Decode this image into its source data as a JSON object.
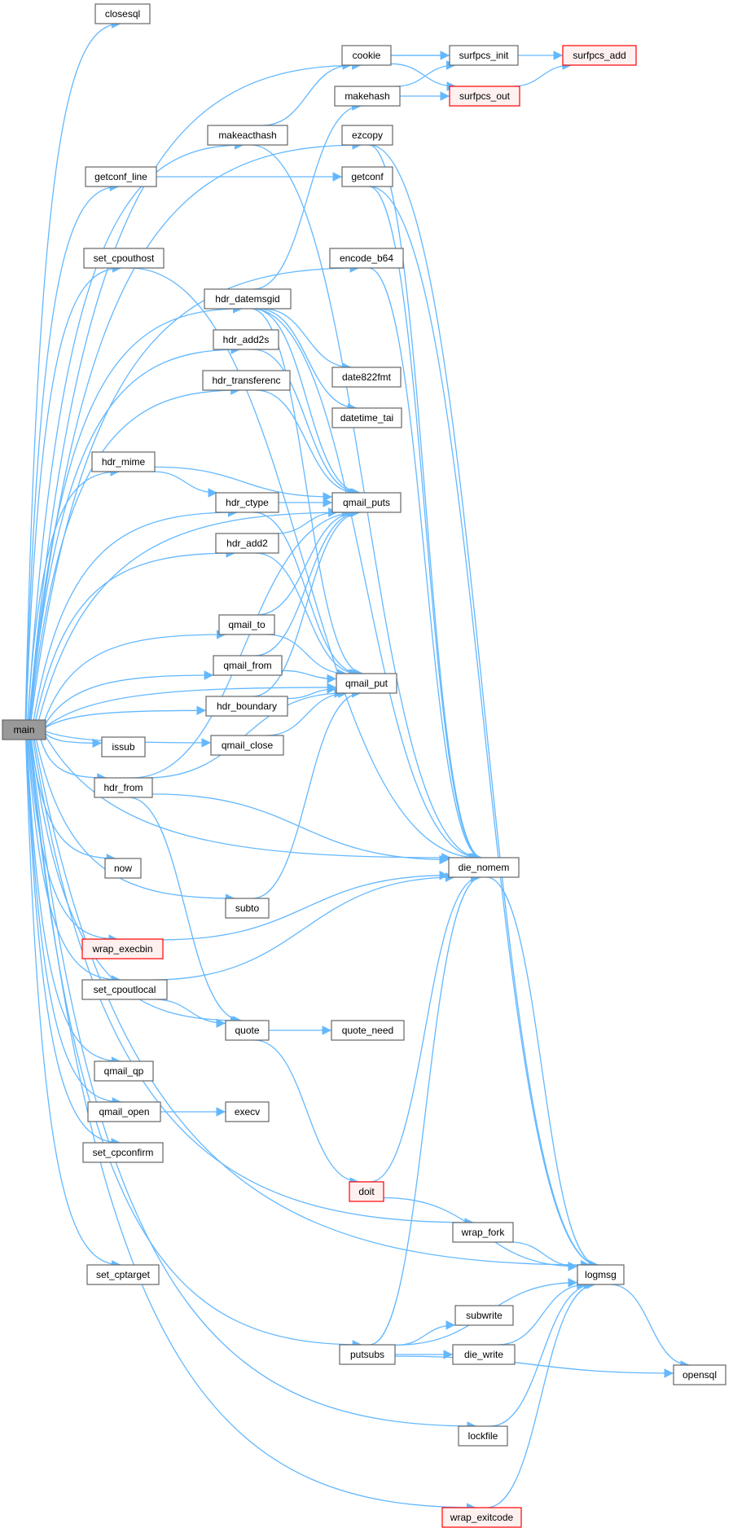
{
  "graph": {
    "colors": {
      "edge": "#63b8ff",
      "node_border": "#666666",
      "node_fill": "#ffffff",
      "root_fill": "#999999",
      "root_border": "#666666",
      "highlight_border": "#ff0000",
      "highlight_fill": "#fff0f0"
    },
    "nodes": [
      {
        "id": "main",
        "label": "main",
        "style": "root"
      },
      {
        "id": "closesql",
        "label": "closesql",
        "style": "normal"
      },
      {
        "id": "cookie",
        "label": "cookie",
        "style": "normal"
      },
      {
        "id": "surfpcs_add",
        "label": "surfpcs_add",
        "style": "highlight"
      },
      {
        "id": "surfpcs_init",
        "label": "surfpcs_init",
        "style": "normal"
      },
      {
        "id": "makehash",
        "label": "makehash",
        "style": "normal"
      },
      {
        "id": "surfpcs_out",
        "label": "surfpcs_out",
        "style": "highlight"
      },
      {
        "id": "makeacthash",
        "label": "makeacthash",
        "style": "normal"
      },
      {
        "id": "ezcopy",
        "label": "ezcopy",
        "style": "normal"
      },
      {
        "id": "getconf_line",
        "label": "getconf_line",
        "style": "normal"
      },
      {
        "id": "getconf",
        "label": "getconf",
        "style": "normal"
      },
      {
        "id": "set_cpouthost",
        "label": "set_cpouthost",
        "style": "normal"
      },
      {
        "id": "encode_b64",
        "label": "encode_b64",
        "style": "normal"
      },
      {
        "id": "hdr_datemsgid",
        "label": "hdr_datemsgid",
        "style": "normal"
      },
      {
        "id": "hdr_add2s",
        "label": "hdr_add2s",
        "style": "normal"
      },
      {
        "id": "date822fmt",
        "label": "date822fmt",
        "style": "normal"
      },
      {
        "id": "hdr_transferenc",
        "label": "hdr_transferenc",
        "style": "normal"
      },
      {
        "id": "datetime_tai",
        "label": "datetime_tai",
        "style": "normal"
      },
      {
        "id": "hdr_mime",
        "label": "hdr_mime",
        "style": "normal"
      },
      {
        "id": "hdr_ctype",
        "label": "hdr_ctype",
        "style": "normal"
      },
      {
        "id": "qmail_puts",
        "label": "qmail_puts",
        "style": "normal"
      },
      {
        "id": "hdr_add2",
        "label": "hdr_add2",
        "style": "normal"
      },
      {
        "id": "qmail_to",
        "label": "qmail_to",
        "style": "normal"
      },
      {
        "id": "qmail_from",
        "label": "qmail_from",
        "style": "normal"
      },
      {
        "id": "qmail_put",
        "label": "qmail_put",
        "style": "normal"
      },
      {
        "id": "hdr_boundary",
        "label": "hdr_boundary",
        "style": "normal"
      },
      {
        "id": "qmail_close",
        "label": "qmail_close",
        "style": "normal"
      },
      {
        "id": "issub",
        "label": "issub",
        "style": "normal"
      },
      {
        "id": "hdr_from",
        "label": "hdr_from",
        "style": "normal"
      },
      {
        "id": "die_nomem",
        "label": "die_nomem",
        "style": "normal"
      },
      {
        "id": "now",
        "label": "now",
        "style": "normal"
      },
      {
        "id": "subto",
        "label": "subto",
        "style": "normal"
      },
      {
        "id": "wrap_execbin",
        "label": "wrap_execbin",
        "style": "highlight"
      },
      {
        "id": "set_cpoutlocal",
        "label": "set_cpoutlocal",
        "style": "normal"
      },
      {
        "id": "quote",
        "label": "quote",
        "style": "normal"
      },
      {
        "id": "quote_need",
        "label": "quote_need",
        "style": "normal"
      },
      {
        "id": "qmail_qp",
        "label": "qmail_qp",
        "style": "normal"
      },
      {
        "id": "qmail_open",
        "label": "qmail_open",
        "style": "normal"
      },
      {
        "id": "execv",
        "label": "execv",
        "style": "normal"
      },
      {
        "id": "set_cpconfirm",
        "label": "set_cpconfirm",
        "style": "normal"
      },
      {
        "id": "doit",
        "label": "doit",
        "style": "highlight"
      },
      {
        "id": "wrap_fork",
        "label": "wrap_fork",
        "style": "normal"
      },
      {
        "id": "set_cptarget",
        "label": "set_cptarget",
        "style": "normal"
      },
      {
        "id": "logmsg",
        "label": "logmsg",
        "style": "normal"
      },
      {
        "id": "subwrite",
        "label": "subwrite",
        "style": "normal"
      },
      {
        "id": "putsubs",
        "label": "putsubs",
        "style": "normal"
      },
      {
        "id": "die_write",
        "label": "die_write",
        "style": "normal"
      },
      {
        "id": "opensql",
        "label": "opensql",
        "style": "normal"
      },
      {
        "id": "lockfile",
        "label": "lockfile",
        "style": "normal"
      },
      {
        "id": "wrap_exitcode",
        "label": "wrap_exitcode",
        "style": "highlight"
      }
    ],
    "edges": [
      [
        "main",
        "closesql"
      ],
      [
        "main",
        "cookie"
      ],
      [
        "main",
        "makeacthash"
      ],
      [
        "main",
        "ezcopy"
      ],
      [
        "main",
        "getconf_line"
      ],
      [
        "main",
        "encode_b64"
      ],
      [
        "main",
        "set_cpouthost"
      ],
      [
        "main",
        "hdr_datemsgid"
      ],
      [
        "main",
        "hdr_add2s"
      ],
      [
        "main",
        "hdr_transferenc"
      ],
      [
        "main",
        "qmail_puts"
      ],
      [
        "main",
        "hdr_mime"
      ],
      [
        "main",
        "hdr_ctype"
      ],
      [
        "main",
        "hdr_add2"
      ],
      [
        "main",
        "qmail_to"
      ],
      [
        "main",
        "qmail_from"
      ],
      [
        "main",
        "hdr_boundary"
      ],
      [
        "main",
        "qmail_close"
      ],
      [
        "main",
        "issub"
      ],
      [
        "main",
        "hdr_from"
      ],
      [
        "main",
        "qmail_put"
      ],
      [
        "main",
        "now"
      ],
      [
        "main",
        "subto"
      ],
      [
        "main",
        "wrap_execbin"
      ],
      [
        "main",
        "set_cpoutlocal"
      ],
      [
        "main",
        "quote"
      ],
      [
        "main",
        "qmail_qp"
      ],
      [
        "main",
        "qmail_open"
      ],
      [
        "main",
        "set_cpconfirm"
      ],
      [
        "main",
        "die_nomem"
      ],
      [
        "main",
        "wrap_fork"
      ],
      [
        "main",
        "set_cptarget"
      ],
      [
        "main",
        "logmsg"
      ],
      [
        "main",
        "putsubs"
      ],
      [
        "main",
        "lockfile"
      ],
      [
        "main",
        "wrap_exitcode"
      ],
      [
        "cookie",
        "surfpcs_add"
      ],
      [
        "cookie",
        "surfpcs_init"
      ],
      [
        "cookie",
        "surfpcs_out"
      ],
      [
        "makehash",
        "surfpcs_init"
      ],
      [
        "makehash",
        "surfpcs_out"
      ],
      [
        "surfpcs_out",
        "surfpcs_add"
      ],
      [
        "makeacthash",
        "cookie"
      ],
      [
        "makeacthash",
        "die_nomem"
      ],
      [
        "ezcopy",
        "die_nomem"
      ],
      [
        "ezcopy",
        "logmsg"
      ],
      [
        "getconf_line",
        "getconf"
      ],
      [
        "getconf",
        "die_nomem"
      ],
      [
        "getconf",
        "logmsg"
      ],
      [
        "set_cpouthost",
        "die_nomem"
      ],
      [
        "encode_b64",
        "die_nomem"
      ],
      [
        "hdr_datemsgid",
        "makehash"
      ],
      [
        "hdr_datemsgid",
        "date822fmt"
      ],
      [
        "hdr_datemsgid",
        "datetime_tai"
      ],
      [
        "hdr_datemsgid",
        "qmail_puts"
      ],
      [
        "hdr_datemsgid",
        "qmail_put"
      ],
      [
        "hdr_datemsgid",
        "die_nomem"
      ],
      [
        "hdr_add2s",
        "qmail_puts"
      ],
      [
        "hdr_transferenc",
        "qmail_puts"
      ],
      [
        "hdr_mime",
        "qmail_puts"
      ],
      [
        "hdr_mime",
        "hdr_ctype"
      ],
      [
        "hdr_ctype",
        "qmail_puts"
      ],
      [
        "hdr_ctype",
        "qmail_put"
      ],
      [
        "hdr_add2",
        "qmail_puts"
      ],
      [
        "hdr_add2",
        "qmail_put"
      ],
      [
        "qmail_to",
        "qmail_puts"
      ],
      [
        "qmail_to",
        "qmail_put"
      ],
      [
        "qmail_from",
        "qmail_puts"
      ],
      [
        "qmail_from",
        "qmail_put"
      ],
      [
        "hdr_boundary",
        "qmail_puts"
      ],
      [
        "hdr_boundary",
        "qmail_put"
      ],
      [
        "qmail_close",
        "qmail_put"
      ],
      [
        "hdr_from",
        "qmail_puts"
      ],
      [
        "hdr_from",
        "qmail_put"
      ],
      [
        "hdr_from",
        "die_nomem"
      ],
      [
        "hdr_from",
        "quote"
      ],
      [
        "subto",
        "qmail_put"
      ],
      [
        "wrap_execbin",
        "die_nomem"
      ],
      [
        "set_cpoutlocal",
        "die_nomem"
      ],
      [
        "set_cpoutlocal",
        "quote"
      ],
      [
        "quote",
        "quote_need"
      ],
      [
        "quote",
        "doit"
      ],
      [
        "qmail_open",
        "execv"
      ],
      [
        "doit",
        "die_nomem"
      ],
      [
        "doit",
        "logmsg"
      ],
      [
        "die_nomem",
        "logmsg"
      ],
      [
        "wrap_fork",
        "logmsg"
      ],
      [
        "logmsg",
        "opensql"
      ],
      [
        "putsubs",
        "subwrite"
      ],
      [
        "putsubs",
        "die_write"
      ],
      [
        "putsubs",
        "logmsg"
      ],
      [
        "putsubs",
        "die_nomem"
      ],
      [
        "putsubs",
        "opensql"
      ],
      [
        "die_write",
        "logmsg"
      ],
      [
        "lockfile",
        "logmsg"
      ],
      [
        "wrap_exitcode",
        "logmsg"
      ]
    ]
  }
}
